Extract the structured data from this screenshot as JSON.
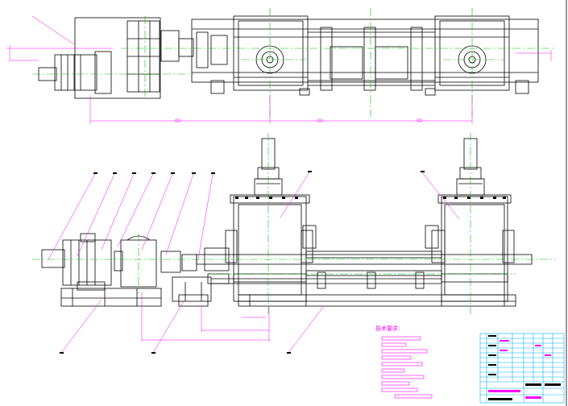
{
  "drawing": {
    "background": "#ffffff",
    "colors": {
      "outline": "#000000",
      "center_line": "#00c000",
      "dimension": "#ff00ff",
      "hidden": "#00c8c8",
      "title_block": "#00b4ff",
      "leader": "#ff00ff"
    },
    "technical_notes_title": "技术要求:",
    "views": [
      "top-view",
      "front-view"
    ],
    "title_block": {
      "present": true
    }
  }
}
